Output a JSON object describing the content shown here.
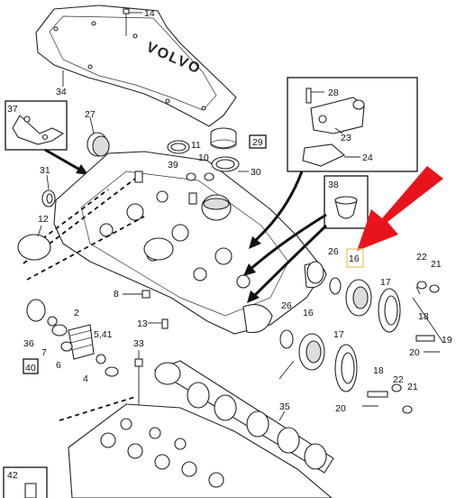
{
  "diagram": {
    "brand_text": "VOLVO",
    "labels": {
      "p14": "14",
      "p34": "34",
      "p37": "37",
      "p27": "27",
      "p31": "31",
      "p12": "12",
      "p11": "11",
      "p39": "39",
      "p10": "10",
      "p29": "29",
      "p30": "30",
      "p28": "28",
      "p23": "23",
      "p24": "24",
      "p38": "38",
      "p16a": "16",
      "p26a": "26",
      "p22a": "22",
      "p21a": "21",
      "p17a": "17",
      "p18a": "18",
      "p19": "19",
      "p20a": "20",
      "p8": "8",
      "p13": "13",
      "p33": "33",
      "p2": "2",
      "p36": "36",
      "p7": "7",
      "p5_41": "5,41",
      "p6": "6",
      "p40": "40",
      "p4": "4",
      "p26b": "26",
      "p16b": "16",
      "p17b": "17",
      "p18b": "18",
      "p22b": "22",
      "p21b": "21",
      "p20b": "20",
      "p35": "35",
      "p42": "42"
    },
    "highlight_color": "#e8141c",
    "callout_box_color": "#e8c060"
  }
}
